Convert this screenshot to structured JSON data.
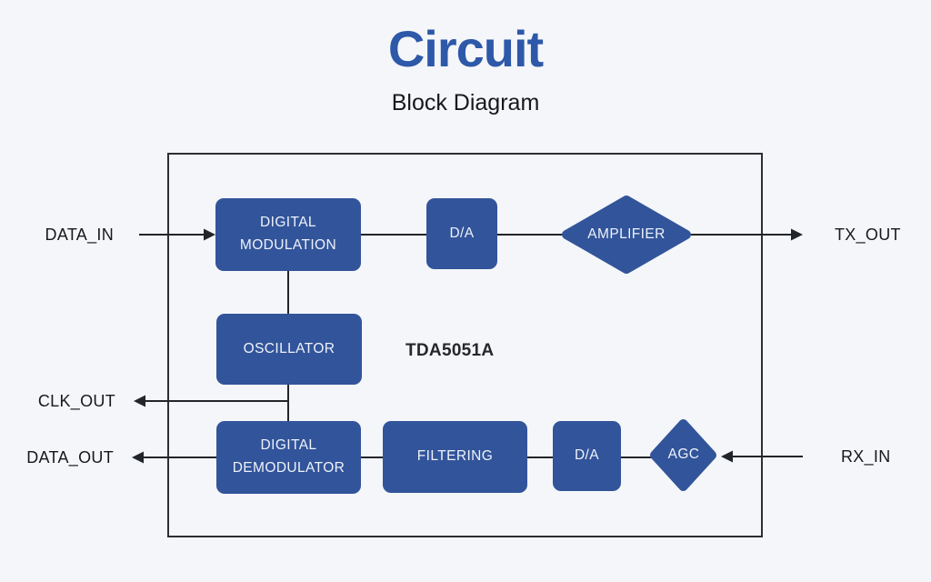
{
  "header": {
    "title": "Circuit",
    "subtitle": "Block Diagram"
  },
  "chip": {
    "part_number": "TDA5051A"
  },
  "blocks": {
    "digital_modulation": "DIGITAL MODULATION",
    "da_top": "D/A",
    "amplifier": "AMPLIFIER",
    "oscillator": "OSCILLATOR",
    "digital_demodulator": "DIGITAL DEMODULATOR",
    "filtering": "FILTERING",
    "da_bottom": "D/A",
    "agc": "AGC"
  },
  "ports": {
    "data_in": "DATA_IN",
    "tx_out": "TX_OUT",
    "clk_out": "CLK_OUT",
    "data_out": "DATA_OUT",
    "rx_in": "RX_IN"
  },
  "colors": {
    "background": "#f4f6f9",
    "block_fill": "#32549a",
    "block_text": "#eef3fa",
    "title_blue": "#2e58a8",
    "wire": "#22252a",
    "boundary": "#2b2e34",
    "label_text": "#17181a"
  }
}
